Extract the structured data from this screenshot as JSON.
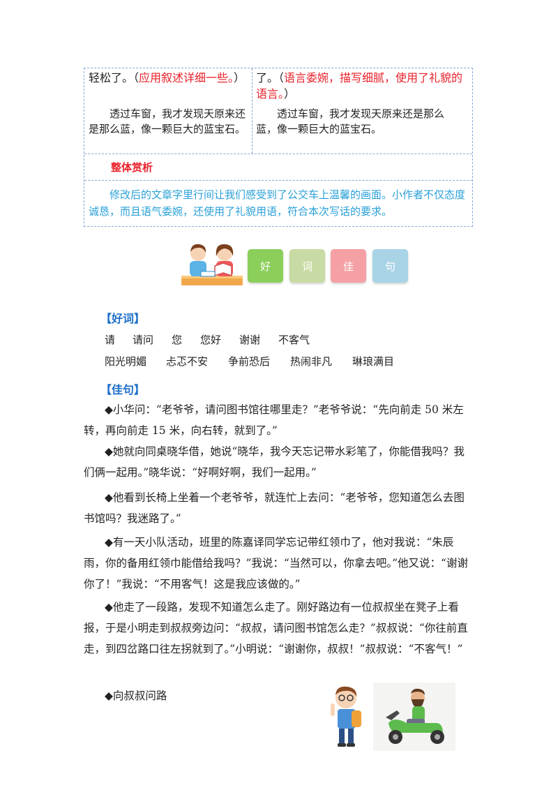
{
  "table": {
    "left_top": {
      "prefix": "轻松了。（",
      "red": "应用叙述详细一些。",
      "suffix": "）"
    },
    "right_top": {
      "prefix": "了。（",
      "red": "语言委婉，描写细腻，使用了礼貌的语言。",
      "suffix": "）"
    },
    "left_sentence": "透过车窗，我才发现天原来还是那么蓝，像一颗巨大的蓝宝石。",
    "right_sentence": "透过车窗，我才发现天原来还是那么蓝，像一颗巨大的蓝宝石。",
    "overall_title": "整体赏析",
    "overall_text": "修改后的文章字里行间让我们感受到了公交车上温馨的画面。小作者不仅态度诚恳，而且语气委婉，还使用了礼貌用语，符合本次写话的要求。"
  },
  "tabs": [
    {
      "label": "好",
      "color": "#8bcf5a"
    },
    {
      "label": "词",
      "color": "#c8dba4"
    },
    {
      "label": "佳",
      "color": "#f4a0a4"
    },
    {
      "label": "句",
      "color": "#a8d4e6"
    }
  ],
  "good_words": {
    "heading": "【好词】",
    "row1": [
      "请",
      "请问",
      "您",
      "您好",
      "谢谢",
      "不客气"
    ],
    "row2": [
      "阳光明媚",
      "忐忑不安",
      "争前恐后",
      "热闹非凡",
      "琳琅满目"
    ]
  },
  "good_sentences": {
    "heading": "【佳句】",
    "items": [
      "◆小华问：“老爷爷，请问图书馆往哪里走？”老爷爷说：“先向前走 50 米左转，再向前走 15 米，向右转，就到了。”",
      "◆她就向同桌晓华借，她说“晓华，我今天忘记带水彩笔了，你能借我吗？我们俩一起用。”晓华说：“好啊好啊，我们一起用。”",
      "◆他看到长椅上坐着一个老爷爷，就连忙上去问：“老爷爷，您知道怎么去图书馆吗？我迷路了。”",
      "◆有一天小队活动，班里的陈嘉译同学忘记带红领巾了，他对我说：“朱辰雨，你的备用红领巾能借给我吗？”我说：“当然可以，你拿去吧。”他又说：“谢谢你了！”我说：“不用客气！这是我应该做的。”",
      "◆他走了一段路，发现不知道怎么走了。刚好路边有一位叔叔坐在凳子上看报，于是小明走到叔叔旁边问：“叔叔，请问图书馆怎么走？”叔叔说：“你往前直走，到四岔路口往左拐就到了。”小明说：“谢谢你，叔叔！”叔叔说：“不客气！”",
      "◆向叔叔问路"
    ]
  }
}
